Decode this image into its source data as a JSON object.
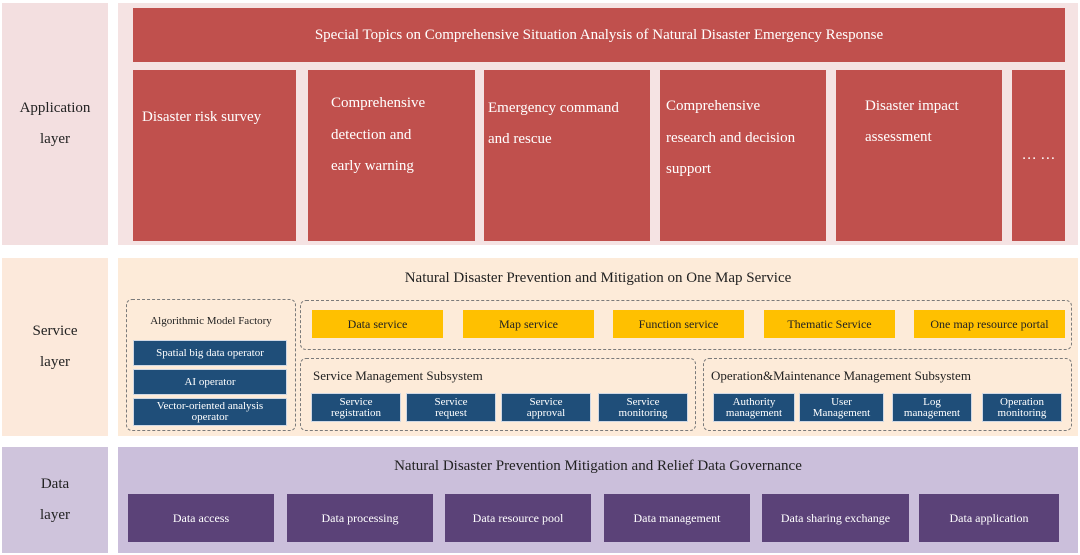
{
  "layers": {
    "application": "Application\nlayer",
    "service": "Service\nlayer",
    "data": "Data\nlayer"
  },
  "application": {
    "banner": "Special Topics on Comprehensive Situation Analysis of Natural Disaster Emergency Response",
    "boxes": [
      "Disaster risk survey",
      "Comprehensive\ndetection and\nearly warning",
      "Emergency command\nand rescue",
      "Comprehensive\nresearch and decision\nsupport",
      "Disaster impact\nassessment",
      "… …"
    ]
  },
  "service": {
    "title": "Natural Disaster Prevention and Mitigation on One Map Service",
    "algorithm_factory": {
      "title": "Algorithmic Model Factory",
      "items": [
        "Spatial big data operator",
        "AI operator",
        "Vector-oriented analysis\noperator"
      ]
    },
    "services": [
      "Data service",
      "Map service",
      "Function service",
      "Thematic Service",
      "One map resource portal"
    ],
    "service_management": {
      "title": "Service Management Subsystem",
      "items": [
        "Service\nregistration",
        "Service\nrequest",
        "Service\napproval",
        "Service\nmonitoring"
      ]
    },
    "om_management": {
      "title": "Operation&Maintenance Management Subsystem",
      "items": [
        "Authority\nmanagement",
        "User\nManagement",
        "Log\nmanagement",
        "Operation\nmonitoring"
      ]
    }
  },
  "data": {
    "title": "Natural Disaster Prevention Mitigation and Relief Data Governance",
    "boxes": [
      "Data access",
      "Data processing",
      "Data resource pool",
      "Data management",
      "Data sharing exchange",
      "Data application"
    ]
  },
  "colors": {
    "application_red": "#c0504d",
    "service_yellow": "#ffc000",
    "service_navy": "#1f4e79",
    "data_purple": "#5b4278"
  }
}
